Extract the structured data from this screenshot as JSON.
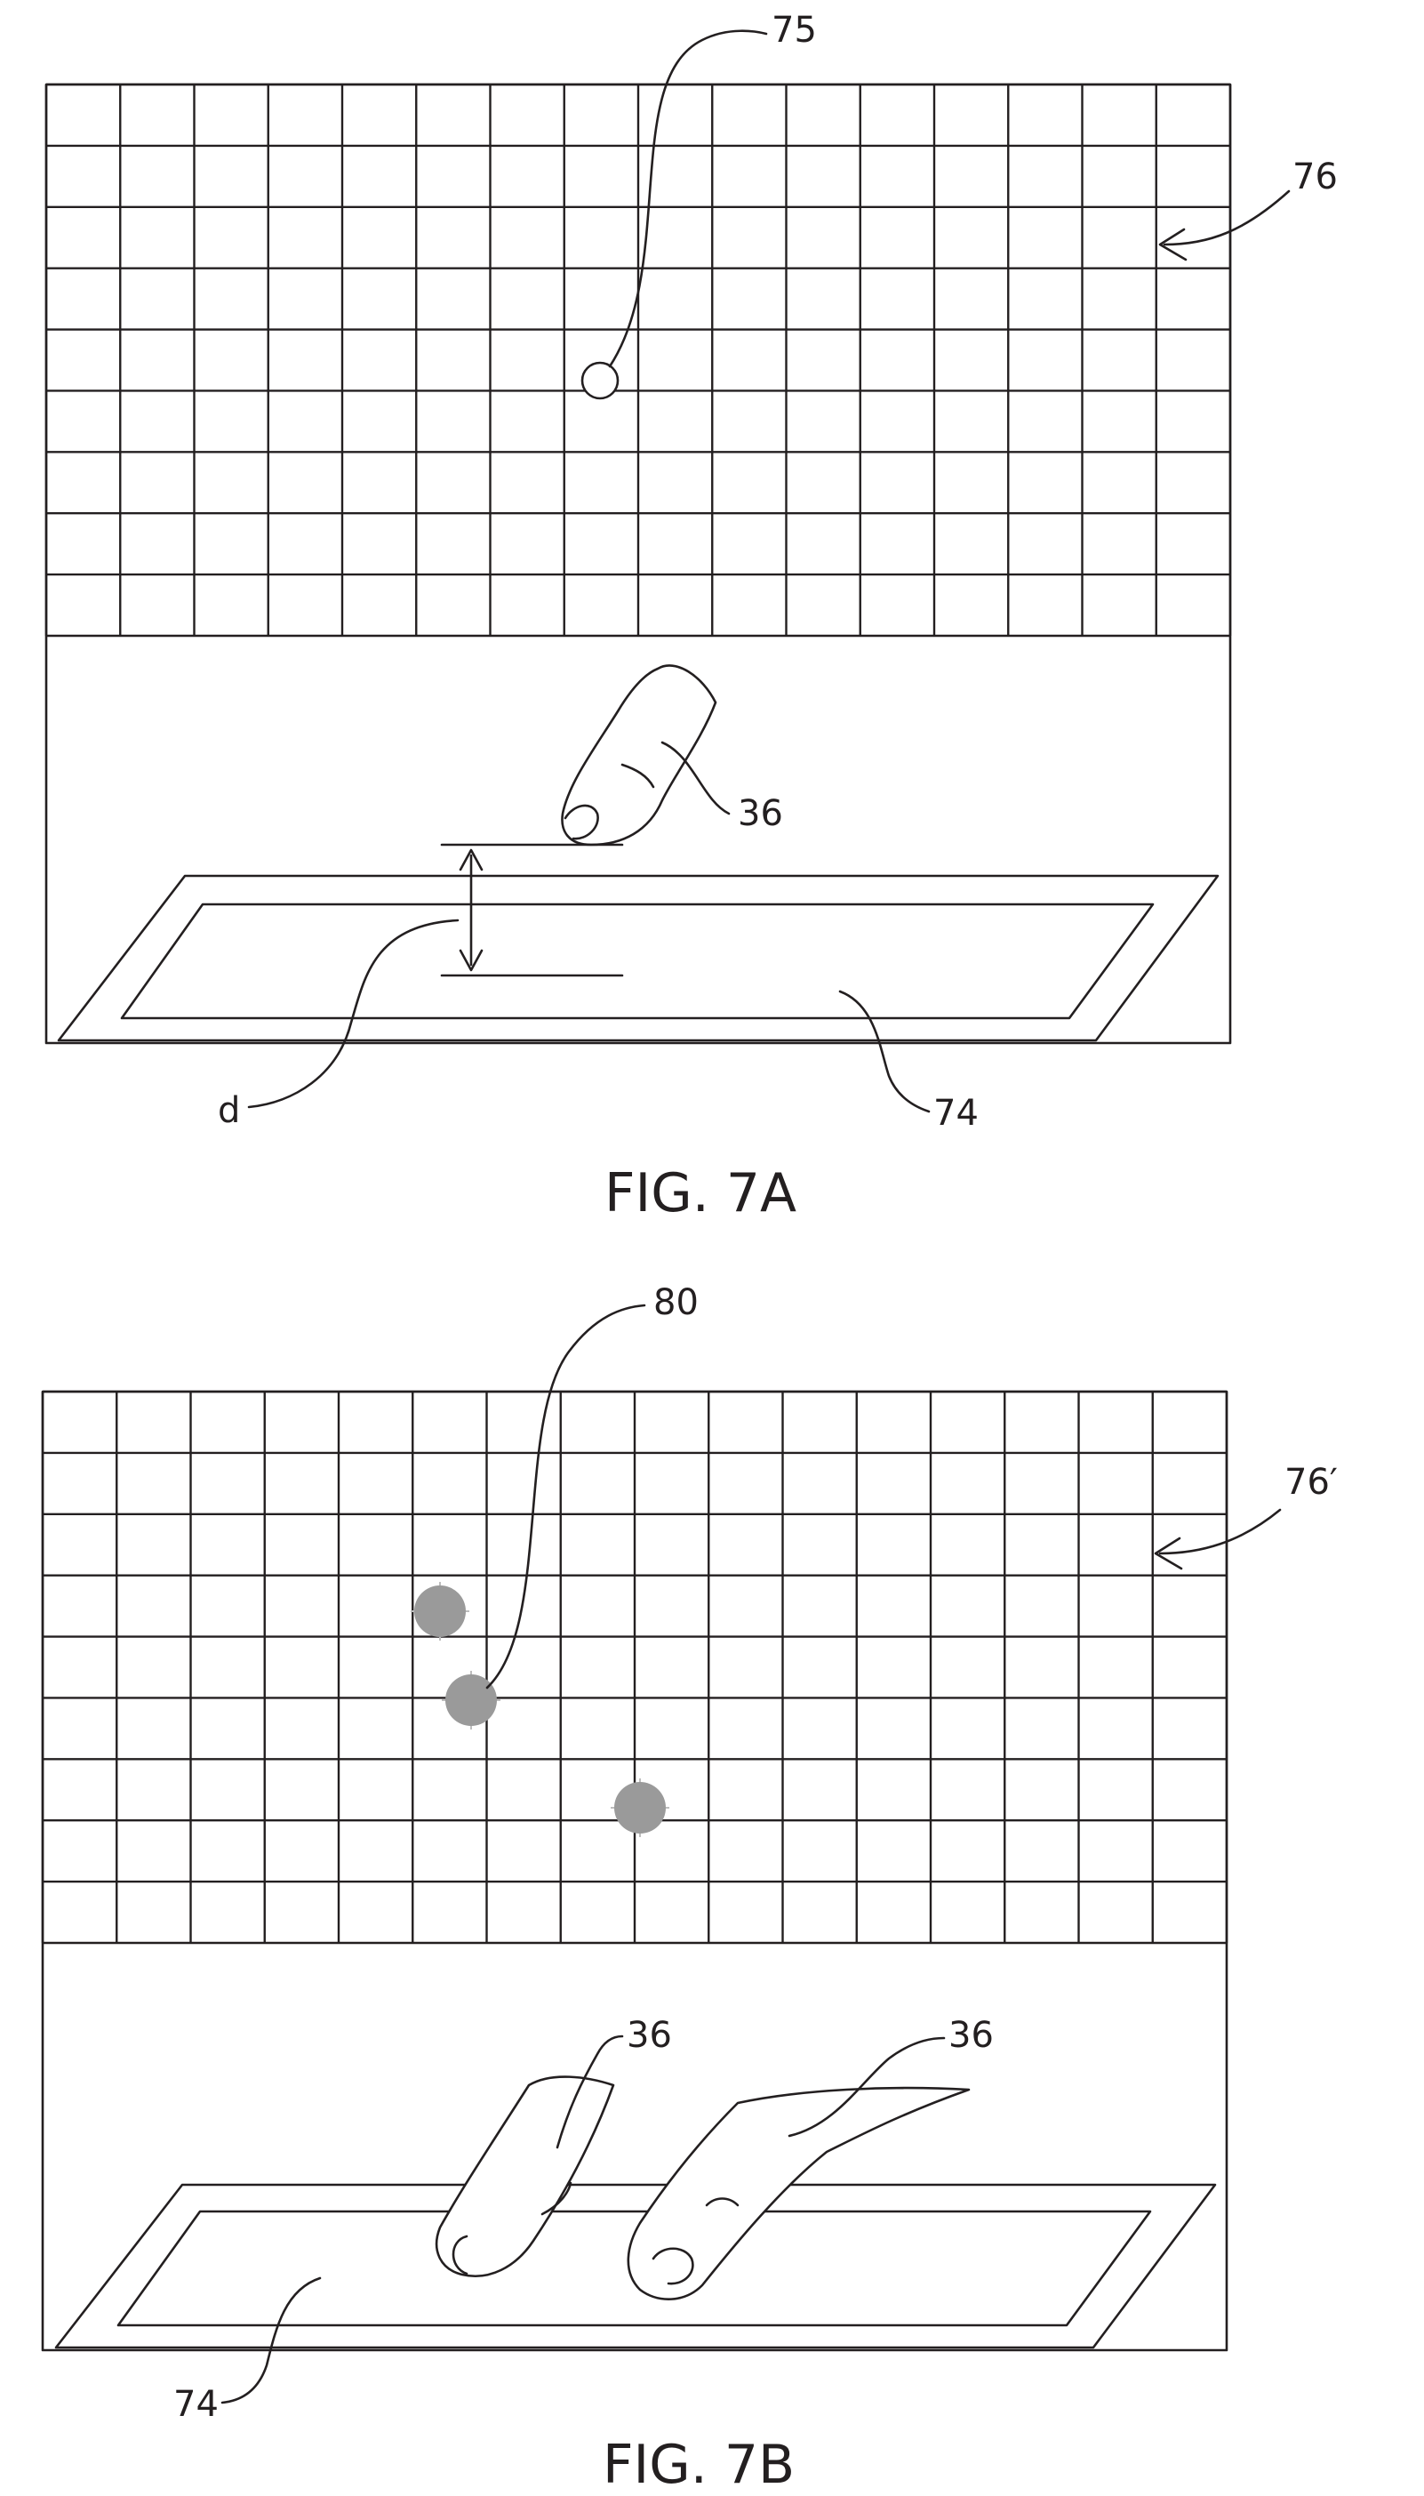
{
  "figure_a": {
    "caption": "FIG. 7A",
    "labels": {
      "point": "75",
      "grid": "76",
      "finger": "36",
      "distance": "d",
      "pad": "74"
    }
  },
  "figure_b": {
    "caption": "FIG. 7B",
    "labels": {
      "points": "80",
      "grid": "76′",
      "finger_left": "36",
      "finger_right": "36",
      "pad": "74"
    }
  }
}
